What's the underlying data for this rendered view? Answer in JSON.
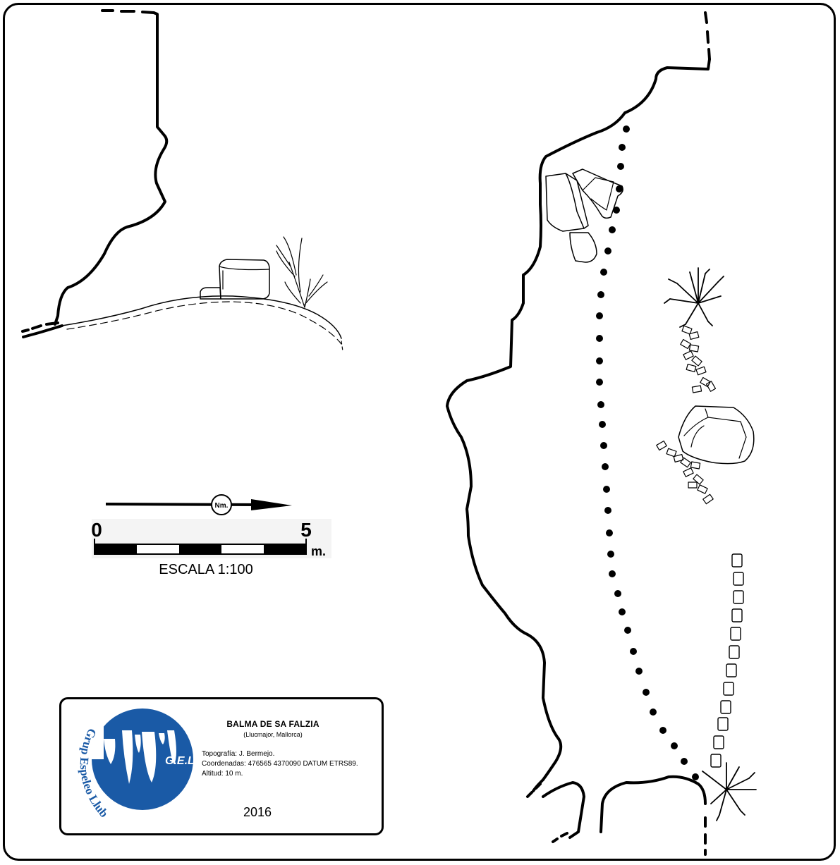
{
  "title": "BALMA DE SA FALZIA",
  "location": "(Llucmajor, Mallorca)",
  "credits": {
    "topografia": "Topografía: J. Bermejo.",
    "coordenadas": "Coordenadas:  476565 4370090 DATUM ETRS89.",
    "altitud": "Altitud: 10 m."
  },
  "year": "2016",
  "logo": {
    "initials": "G.E.LL.",
    "group_name": "Grup Espeleo Llubí",
    "color": "#1a5aa6"
  },
  "north_arrow": {
    "label": "Nm."
  },
  "scale_bar": {
    "start_label": "0",
    "end_label": "5",
    "unit": "m.",
    "caption": "ESCALA 1:100"
  },
  "colors": {
    "line": "#000000",
    "background": "#ffffff"
  }
}
